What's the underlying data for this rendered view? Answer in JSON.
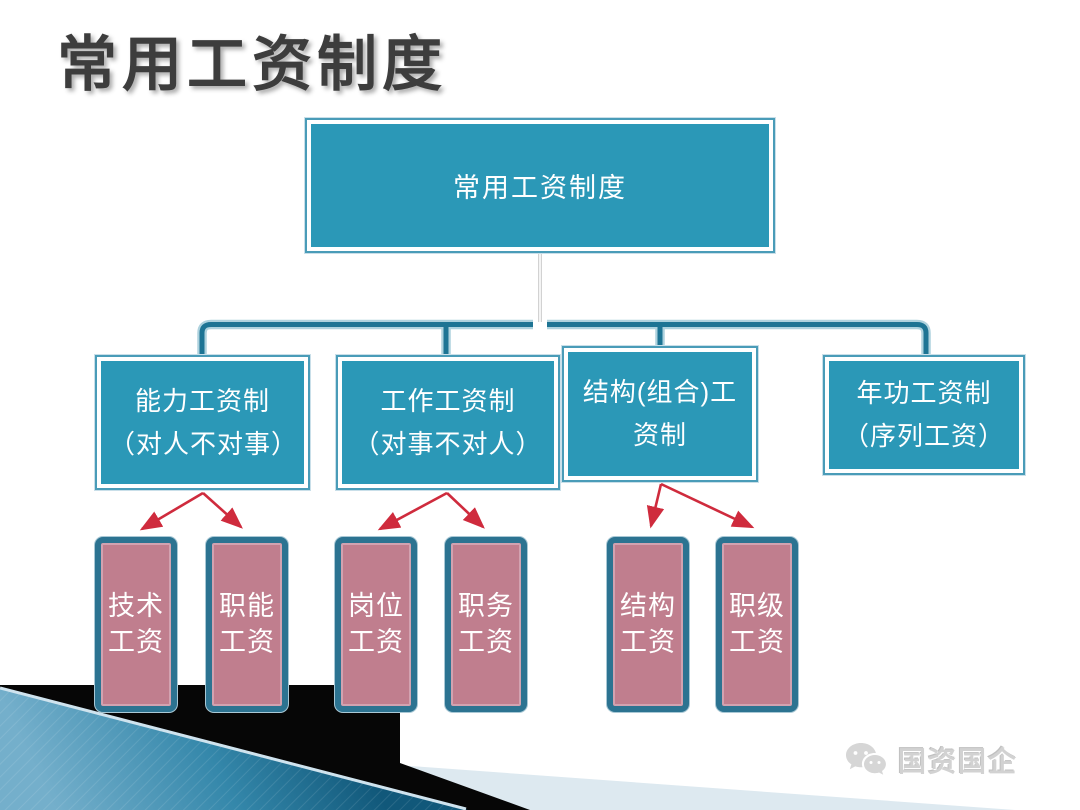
{
  "slide": {
    "title": "常用工资制度"
  },
  "diagram": {
    "root": {
      "label": "常用工资制度"
    },
    "branches": [
      {
        "label": "能力工资制",
        "sub": "（对人不对事）",
        "children": [
          "技术工资",
          "职能工资"
        ]
      },
      {
        "label": "工作工资制",
        "sub": "（对事不对人）",
        "children": [
          "岗位工资",
          "职务工资"
        ]
      },
      {
        "label": "结构(组合)工资制",
        "sub": "",
        "children": [
          "结构工资",
          "职级工资"
        ]
      },
      {
        "label": "年功工资制",
        "sub": "（序列工资）",
        "children": []
      }
    ]
  },
  "footer": {
    "logo_icon": "wechat-icon",
    "logo_text": "国资国企"
  },
  "colors": {
    "node_fill": "#2b98b7",
    "leaf_fill": "#c07e8e",
    "connector_dark": "#1d7494",
    "connector_light": "#aed2de",
    "arrow_red": "#cf2b3d",
    "title_text": "#3d3d3d",
    "decoration_black": "#060606",
    "decoration_teal_dark": "#11587a",
    "decoration_teal_light": "#74afcb",
    "decoration_pale_band": "#dde9f0"
  }
}
